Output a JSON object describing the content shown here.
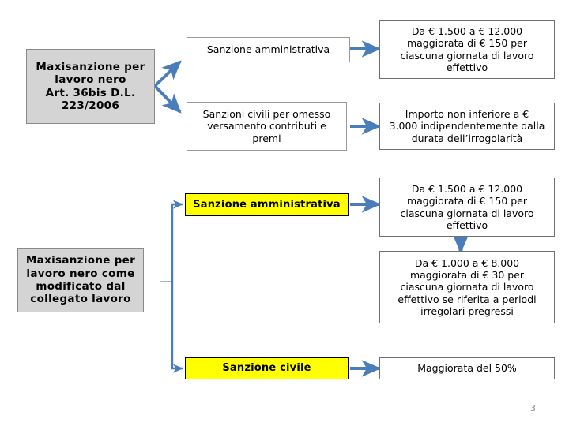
{
  "page": {
    "number": "3",
    "background_color": "#ffffff",
    "arrow_color": "#4a7ebb",
    "highlight_color": "#ffff00",
    "source_box_color": "#d4d4d4"
  },
  "diagram": {
    "type": "flowchart",
    "groups": [
      {
        "id": "group-original",
        "source": {
          "name": "maxisanzione-original",
          "label": "Maxisanzione per\nlavoro nero\nArt. 36bis D.L.\n223/2006",
          "style": "gray"
        },
        "branches": [
          {
            "name": "sanzione-amministrativa-original",
            "label": "Sanzione amministrativa",
            "style": "white",
            "result": {
              "name": "result-sanzione-amministrativa-original",
              "label": "Da € 1.500 a € 12.000\nmaggiorata di € 150 per\nciascuna giornata di lavoro\neffettivo"
            }
          },
          {
            "name": "sanzioni-civili-original",
            "label": "Sanzioni civili per omesso\nversamento contributi e\npremi",
            "style": "white",
            "result": {
              "name": "result-sanzioni-civili-original",
              "label": "Importo non inferiore a €\n3.000 indipendentemente dalla\ndurata dell’irrogolarità"
            }
          }
        ]
      },
      {
        "id": "group-modificato",
        "source": {
          "name": "maxisanzione-modificata",
          "label": "Maxisanzione per\nlavoro nero come\nmodificato dal\ncollegato lavoro",
          "style": "gray"
        },
        "branches": [
          {
            "name": "sanzione-amministrativa-modificata",
            "label": "Sanzione amministrativa",
            "style": "yellow",
            "result": {
              "name": "result-sanzione-amministrativa-modificata",
              "label": "Da € 1.500 a € 12.000\nmaggiorata di € 150 per\nciascuna giornata di lavoro\neffettivo"
            },
            "result_secondary": {
              "name": "result-periodi-pregressi",
              "label": "Da € 1.000 a € 8.000\nmaggiorata di € 30 per\nciascuna giornata di lavoro\neffettivo se riferita a periodi\nirregolari pregressi"
            }
          },
          {
            "name": "sanzione-civile-modificata",
            "label": "Sanzione civile",
            "style": "yellow",
            "result": {
              "name": "result-sanzione-civile-modificata",
              "label": "Maggiorata del 50%"
            }
          }
        ]
      }
    ]
  }
}
